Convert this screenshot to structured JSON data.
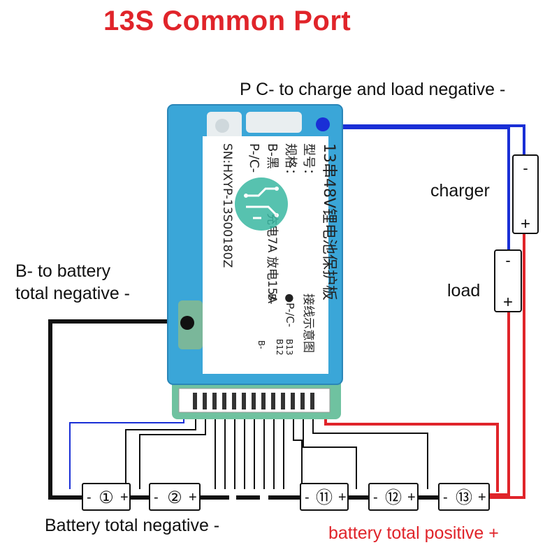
{
  "title": "13S Common Port",
  "labels": {
    "pc": "P C- to charge and load negative -",
    "charger": "charger",
    "load": "load",
    "b_minus_line1": "B- to battery",
    "b_minus_line2": "total negative -",
    "battery_negative": "Battery total negative -",
    "battery_positive": "battery total positive +"
  },
  "board": {
    "model": "13串48V锂电池保护板",
    "line1": "型号：",
    "line2": "规格：",
    "line3": "B-黑",
    "line4": "P-/C-",
    "sn": "SN:HXYP-13S00180Z",
    "spec_current": "充电7A 放电15A",
    "wiring": "接线示意图",
    "pc_mark": "●P-/C-",
    "b_mark": "B-",
    "b12": "B12",
    "b13": "B13",
    "b_small": "B-"
  },
  "cells": [
    {
      "label": "①",
      "minus": "-",
      "plus": "+"
    },
    {
      "label": "②",
      "minus": "-",
      "plus": "+"
    },
    {
      "label": "⑪",
      "minus": "-",
      "plus": "+"
    },
    {
      "label": "⑫",
      "minus": "-",
      "plus": "+"
    },
    {
      "label": "⑬",
      "minus": "-",
      "plus": "+"
    }
  ],
  "device_terminals": {
    "minus": "-",
    "plus": "+"
  },
  "colors": {
    "red": "#e0242a",
    "blue": "#1a2fd6",
    "black": "#111111",
    "board_blue": "#3aa6d8",
    "board_green": "#6fc2a0"
  }
}
